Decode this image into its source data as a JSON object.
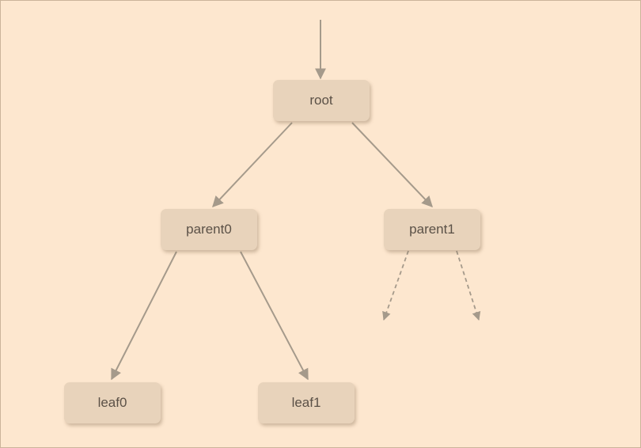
{
  "colors": {
    "background": "#fde7cf",
    "node_fill": "#e8d3bb",
    "edge": "#a59a8b",
    "text": "#5b5147"
  },
  "tree": {
    "nodes": {
      "root": "root",
      "parent0": "parent0",
      "parent1": "parent1",
      "leaf0": "leaf0",
      "leaf1": "leaf1"
    },
    "edges": [
      {
        "from": "entry",
        "to": "root",
        "style": "solid"
      },
      {
        "from": "root",
        "to": "parent0",
        "style": "solid"
      },
      {
        "from": "root",
        "to": "parent1",
        "style": "solid"
      },
      {
        "from": "parent0",
        "to": "leaf0",
        "style": "solid"
      },
      {
        "from": "parent0",
        "to": "leaf1",
        "style": "solid"
      },
      {
        "from": "parent1",
        "to": "(unshown child)",
        "style": "dashed"
      },
      {
        "from": "parent1",
        "to": "(unshown child)",
        "style": "dashed"
      }
    ]
  }
}
